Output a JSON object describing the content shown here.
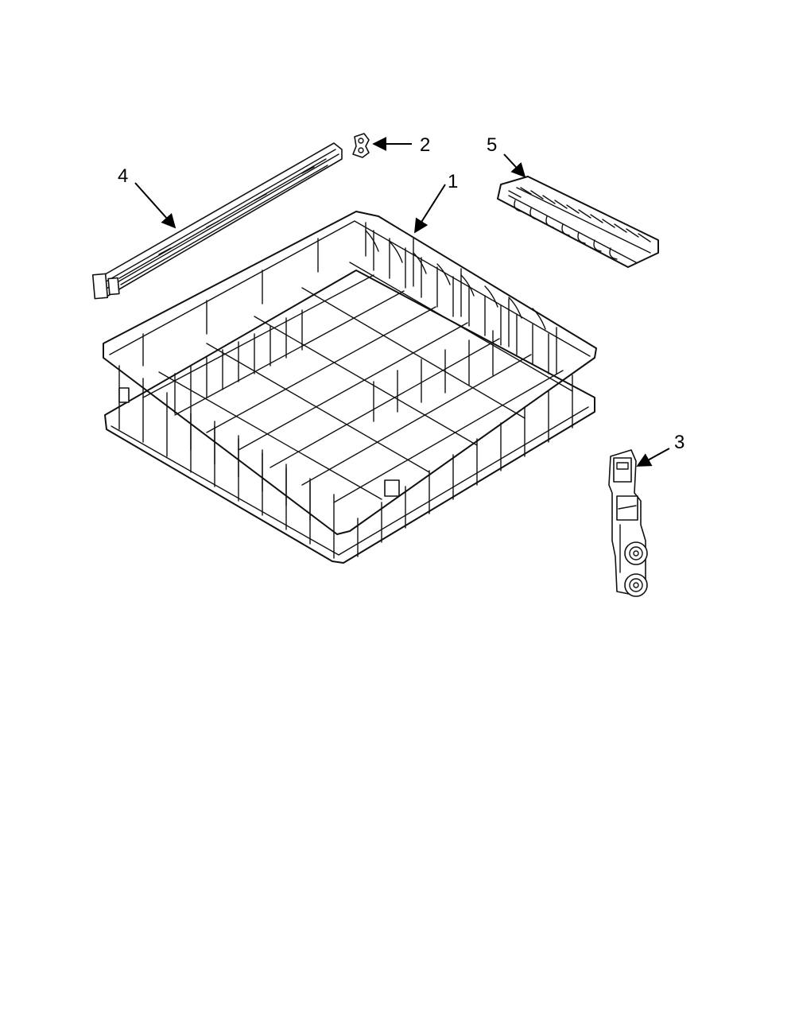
{
  "parts": [
    {
      "callout": "1",
      "name": "upper-rack"
    },
    {
      "callout": "2",
      "name": "rack-stop-clip"
    },
    {
      "callout": "3",
      "name": "rack-adjuster-wheel-assembly"
    },
    {
      "callout": "4",
      "name": "rack-rail"
    },
    {
      "callout": "5",
      "name": "cup-shelf"
    }
  ]
}
